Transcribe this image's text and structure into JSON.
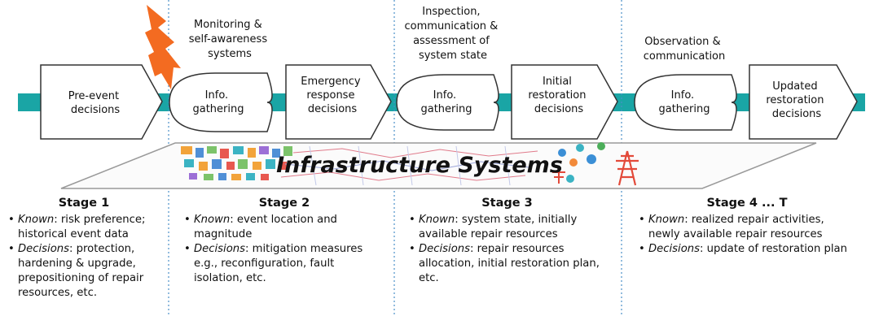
{
  "flow": {
    "boxes": [
      {
        "id": "pre-event",
        "lines": [
          "Pre-event",
          "decisions"
        ]
      },
      {
        "id": "emergency",
        "lines": [
          "Emergency",
          "response",
          "decisions"
        ]
      },
      {
        "id": "initial",
        "lines": [
          "Initial",
          "restoration",
          "decisions"
        ]
      },
      {
        "id": "updated",
        "lines": [
          "Updated",
          "restoration",
          "decisions"
        ]
      }
    ],
    "info": [
      {
        "id": "info-1",
        "lines": [
          "Info.",
          "gathering"
        ]
      },
      {
        "id": "info-2",
        "lines": [
          "Info.",
          "gathering"
        ]
      },
      {
        "id": "info-3",
        "lines": [
          "Info.",
          "gathering"
        ]
      }
    ],
    "captions": [
      {
        "id": "monitoring",
        "lines": [
          "Monitoring &",
          "self-awareness",
          "systems"
        ]
      },
      {
        "id": "inspection",
        "lines": [
          "Inspection,",
          "communication &",
          "assessment of",
          "system state"
        ]
      },
      {
        "id": "observation",
        "lines": [
          "Observation &",
          "communication"
        ]
      }
    ]
  },
  "band": {
    "title": "Infrastructure Systems"
  },
  "stages": [
    {
      "title": "Stage 1",
      "known_label": "Known",
      "known_text": ": risk preference; historical event data",
      "decisions_label": "Decisions",
      "decisions_text": ": protection, hardening & upgrade, prepositioning of repair resources, etc."
    },
    {
      "title": "Stage 2",
      "known_label": "Known",
      "known_text": ": event location and magnitude",
      "decisions_label": "Decisions",
      "decisions_text": ": mitigation measures e.g., reconfiguration, fault isolation, etc."
    },
    {
      "title": "Stage 3",
      "known_label": "Known",
      "known_text": ": system state, initially available repair resources",
      "decisions_label": "Decisions",
      "decisions_text": ": repair resources allocation, initial restoration plan, etc."
    },
    {
      "title": "Stage 4 ... T",
      "known_label": "Known",
      "known_text": ": realized repair activities, newly available repair resources",
      "decisions_label": "Decisions",
      "decisions_text": ": update of restoration plan"
    }
  ],
  "colors": {
    "timeline": "#1aa5a5",
    "lightning": "#f36b21",
    "divider": "#4a8fc9",
    "stroke": "#333333"
  },
  "icons": [
    "lightning-bolt-icon",
    "city-network-icon",
    "grid-network-icon",
    "power-tower-icon"
  ]
}
